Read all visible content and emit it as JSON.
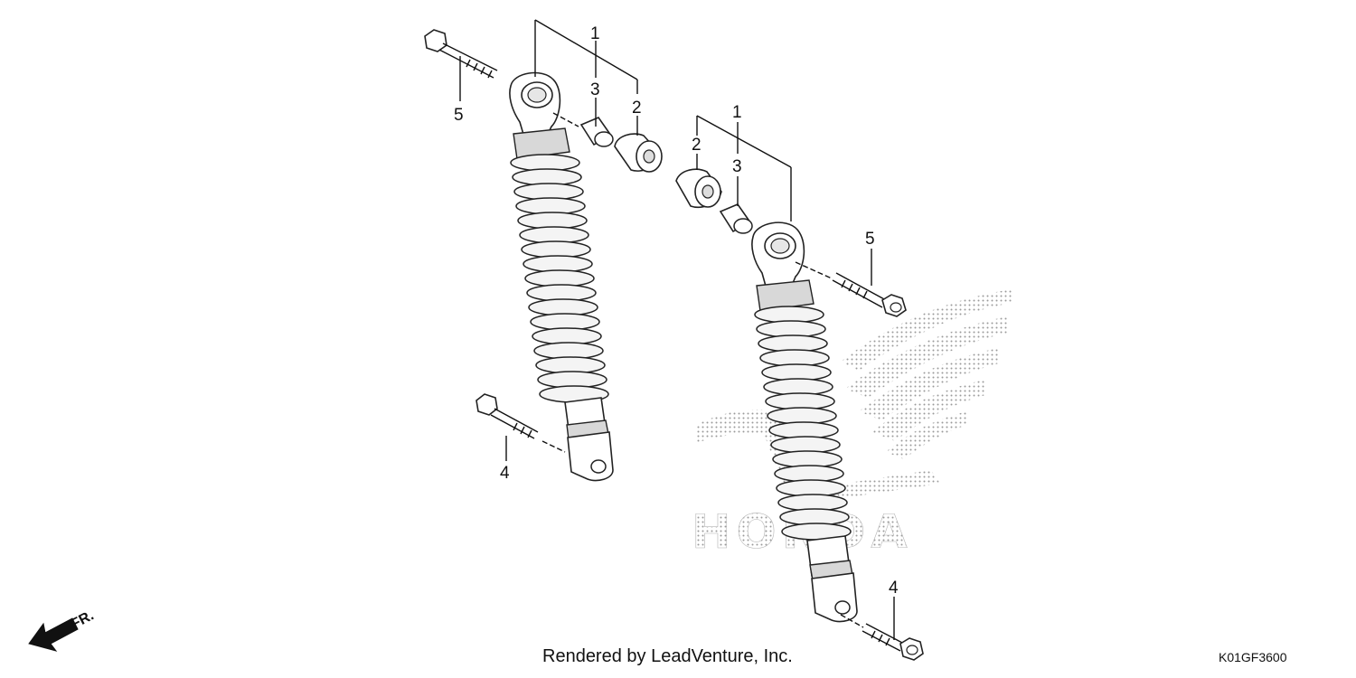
{
  "callouts": {
    "left_1": "1",
    "left_2": "2",
    "left_3": "3",
    "left_4": "4",
    "left_5": "5",
    "right_1": "1",
    "right_2": "2",
    "right_3": "3",
    "right_4": "4",
    "right_5": "5"
  },
  "direction_label": "FR.",
  "watermark": "HONDA",
  "credit": "Rendered by LeadVenture, Inc.",
  "diagram_code": "K01GF3600"
}
